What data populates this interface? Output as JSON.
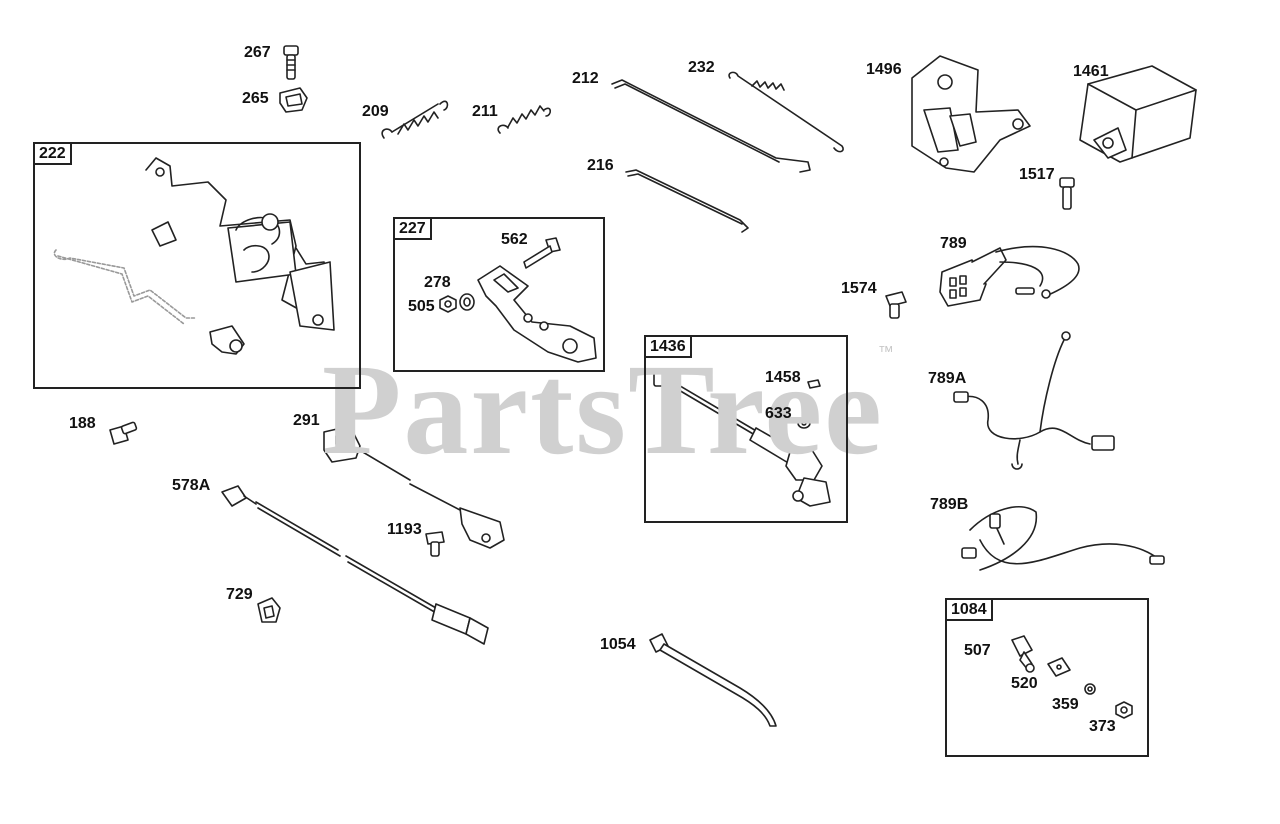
{
  "watermark": {
    "text": "PartsTree",
    "mark": "™"
  },
  "boxes": {
    "b222": "222",
    "b227": "227",
    "b1436": "1436",
    "b1084": "1084"
  },
  "labels": {
    "p267": "267",
    "p265": "265",
    "p209": "209",
    "p211": "211",
    "p212": "212",
    "p232": "232",
    "p216": "216",
    "p1496": "1496",
    "p1461": "1461",
    "p1517": "1517",
    "p789": "789",
    "p1574": "1574",
    "p562": "562",
    "p278": "278",
    "p505": "505",
    "p1458": "1458",
    "p633": "633",
    "p789A": "789A",
    "p188": "188",
    "p291": "291",
    "p578A": "578A",
    "p1193": "1193",
    "p729": "729",
    "p789B": "789B",
    "p1054": "1054",
    "p507": "507",
    "p520": "520",
    "p359": "359",
    "p373": "373"
  }
}
